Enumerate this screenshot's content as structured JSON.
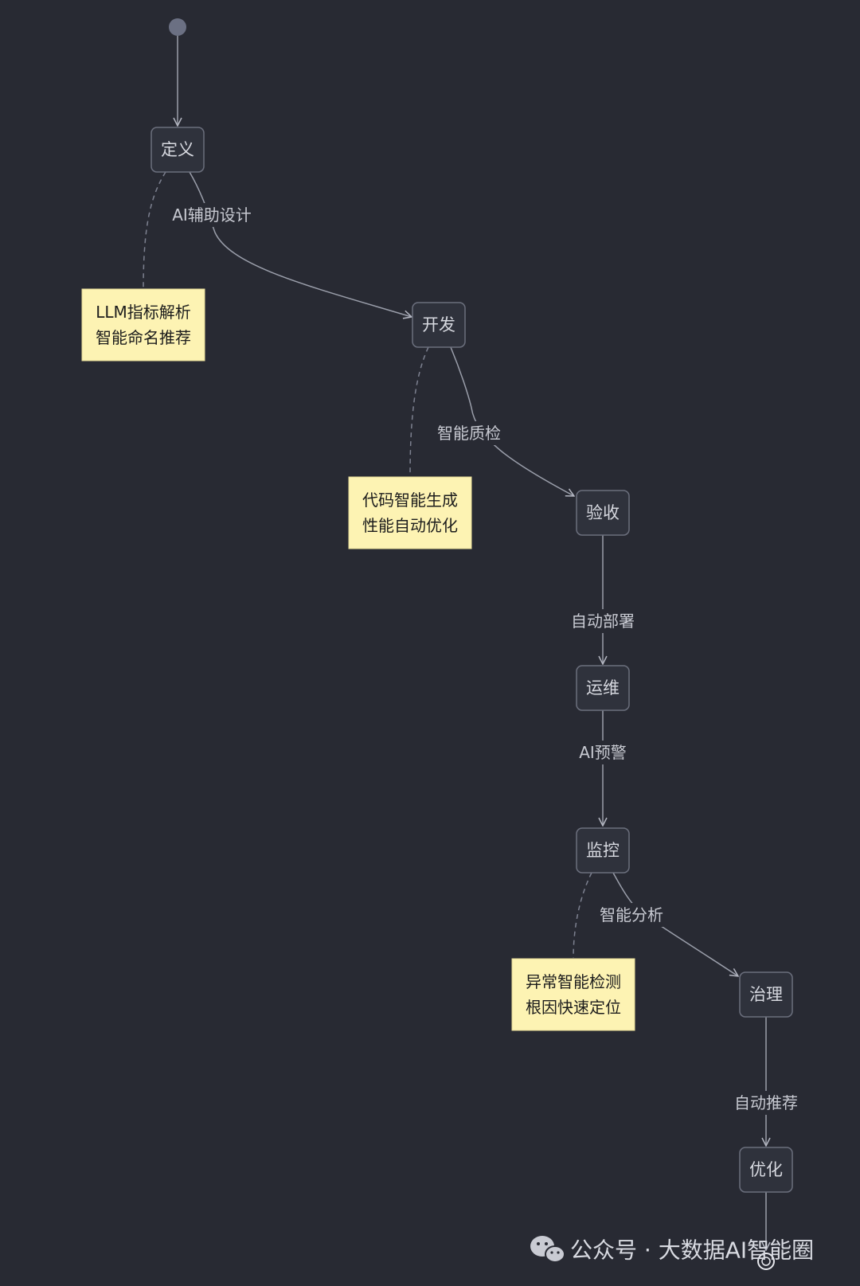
{
  "nodes": {
    "define": "定义",
    "develop": "开发",
    "accept": "验收",
    "operate": "运维",
    "monitor": "监控",
    "govern": "治理",
    "optimize": "优化"
  },
  "edges": {
    "define_to_develop": "AI辅助设计",
    "develop_to_accept": "智能质检",
    "accept_to_operate": "自动部署",
    "operate_to_monitor": "AI预警",
    "monitor_to_govern": "智能分析",
    "govern_to_optimize": "自动推荐"
  },
  "notes": {
    "define_note": [
      "LLM指标解析",
      "智能命名推荐"
    ],
    "develop_note": [
      "代码智能生成",
      "性能自动优化"
    ],
    "monitor_note": [
      "异常智能检测",
      "根因快速定位"
    ]
  },
  "watermark": {
    "icon": "wechat-icon",
    "text": "公众号 · 大数据AI智能圈"
  },
  "colors": {
    "background": "#282a33",
    "node_fill": "#2f323c",
    "node_border": "#6b6f7d",
    "note_fill": "#fdf3b3"
  }
}
